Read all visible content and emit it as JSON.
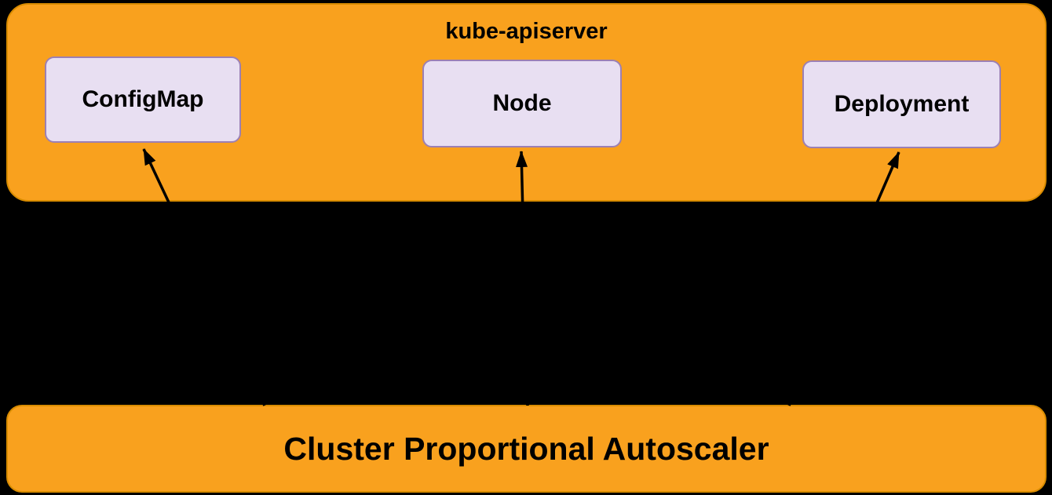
{
  "colors": {
    "background": "#000000",
    "group_fill": "#F9A11E",
    "group_border": "#D98C00",
    "node_fill": "#E8DFF2",
    "node_border": "#9C80B4",
    "arrow": "#000000",
    "text": "#000000"
  },
  "diagram": {
    "group": {
      "title": "kube-apiserver"
    },
    "nodes": [
      {
        "label": "ConfigMap"
      },
      {
        "label": "Node"
      },
      {
        "label": "Deployment"
      }
    ],
    "autoscaler": {
      "label": "Cluster Proportional Autoscaler"
    },
    "arrows": [
      {
        "from": "Cluster Proportional Autoscaler",
        "to": "ConfigMap"
      },
      {
        "from": "Cluster Proportional Autoscaler",
        "to": "Node"
      },
      {
        "from": "Cluster Proportional Autoscaler",
        "to": "Deployment"
      }
    ]
  }
}
